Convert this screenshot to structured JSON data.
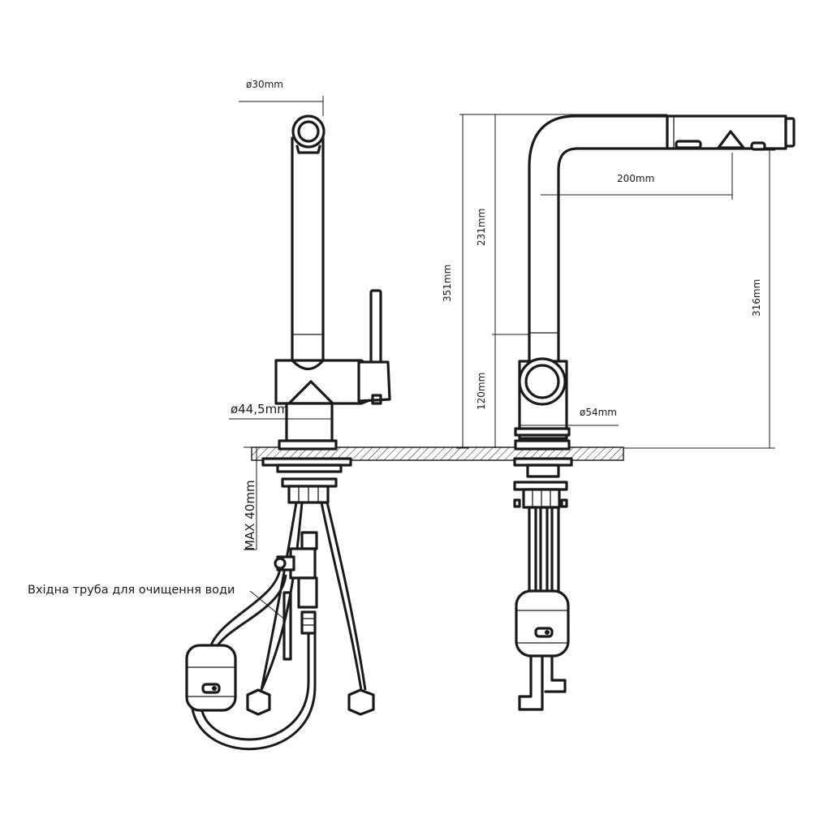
{
  "labels": {
    "d30": "ø30mm",
    "d44": "ø44,5mm",
    "max40": "MAX 40mm",
    "d351": "351mm",
    "d231": "231mm",
    "d120": "120mm",
    "d200": "200mm",
    "d316": "316mm",
    "d54": "ø54mm",
    "inlet_callout": "Вхідна труба для очищення води"
  }
}
